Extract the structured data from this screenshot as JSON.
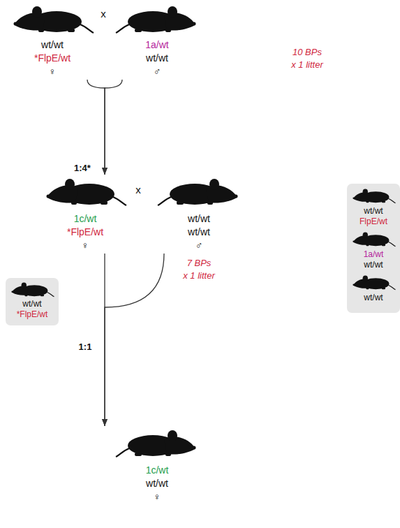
{
  "diagram": {
    "nodes": [
      {
        "text": [
          "wt/wt",
          "*FlpE/wt",
          "♀"
        ]
      },
      {
        "text": [
          "1a/wt",
          "wt/wt",
          "♂"
        ]
      },
      {
        "text": [
          "1c/wt",
          "*FlpE/wt",
          "♀"
        ]
      },
      {
        "text": [
          "wt/wt",
          "wt/wt",
          "♂"
        ]
      },
      {
        "text": []
      },
      {
        "text": [
          "wt/wt",
          "FlpE/wt"
        ],
        "in": 4
      },
      {
        "text": [
          "1a/wt",
          "wt/wt"
        ],
        "in": 4
      },
      {
        "text": [
          "wt/wt"
        ],
        "in": 4
      },
      {
        "text": [
          "wt/wt",
          "*FlpE/wt"
        ]
      },
      {
        "text": [
          "1c/wt",
          "wt/wt",
          "♀"
        ]
      }
    ],
    "edges": [
      {
        "from": 0,
        "to": 2,
        "arrow": "to"
      },
      {
        "from": 1,
        "to": 2,
        "arrow": "to"
      },
      {
        "from": 2,
        "to": 9,
        "arrow": "to"
      },
      {
        "from": 3,
        "to": 9,
        "arrow": "to"
      }
    ],
    "labels": [
      "x",
      "10 BPs",
      "x 1 litter",
      "1:4*",
      "x",
      "7 BPs",
      "x 1 litter",
      "1:1"
    ]
  }
}
